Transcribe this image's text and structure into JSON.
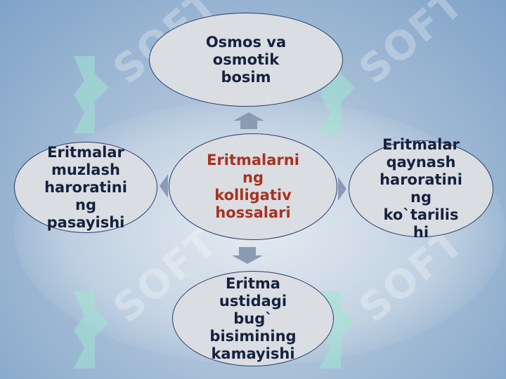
{
  "diagram": {
    "center": "Eritmalarni\nng\nkolligativ\nhossalari",
    "top": "Osmos va\nosmotik\nbosim",
    "left": "Eritmalar\nmuzlash\nharoratini\nng\npasayishi",
    "right": "Eritmalar\nqaynash\nharoratini\nng\nko`tarilis\nhi",
    "bottom": "Eritma\nustidagi\nbug`\nbisimining\nkamayishi"
  },
  "watermark": "SOFT",
  "colors": {
    "node_fill": "#dadde2",
    "node_border": "#2c3c6a",
    "outer_text": "#16213f",
    "center_text": "#a83220",
    "arrow": "#8a9bb4"
  }
}
